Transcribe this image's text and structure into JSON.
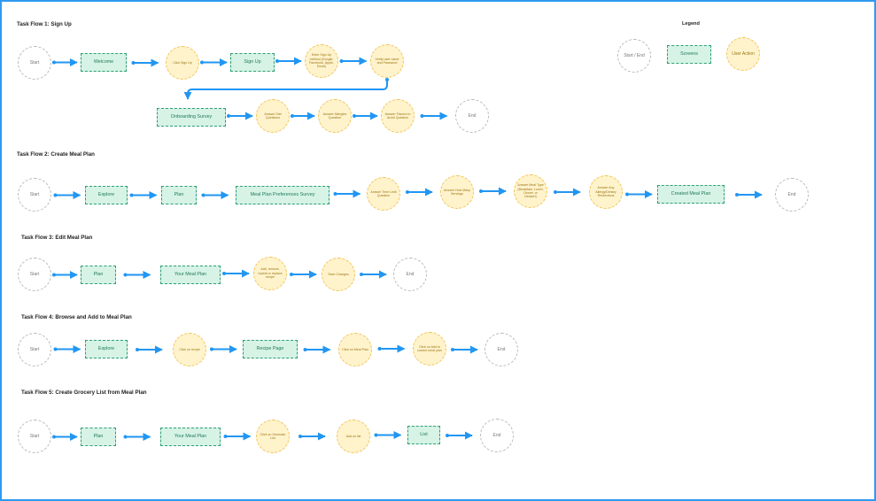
{
  "legend": {
    "title": "Legend",
    "items": {
      "start_end": "Start / End",
      "screens": "Screens",
      "user_action": "User Action"
    }
  },
  "colors": {
    "frame": "#2f9af0",
    "arrow": "#2196f3",
    "screen_fill": "#d6f3e6",
    "screen_border": "#2e9f74",
    "action_fill": "#fff3cc",
    "action_border": "#f2c455",
    "terminal_border": "#b9b9b9"
  },
  "flows": [
    {
      "title": "Task Flow 1: Sign Up",
      "nodes": [
        {
          "type": "terminal",
          "label": "Start"
        },
        {
          "type": "screen",
          "label": "Welcome"
        },
        {
          "type": "action",
          "label": "Click Sign Up"
        },
        {
          "type": "screen",
          "label": "Sign  Up"
        },
        {
          "type": "action",
          "label": "Enter Sign Up method (Google, Facebook, Apple, Email)"
        },
        {
          "type": "action",
          "label": "Verify user name and Password"
        },
        {
          "type": "screen",
          "label": "Onboarding Survey"
        },
        {
          "type": "action",
          "label": "Answer Diet Questions"
        },
        {
          "type": "action",
          "label": "Answer Allergies Question"
        },
        {
          "type": "action",
          "label": "Answer Flavors to Avoid Question"
        },
        {
          "type": "terminal",
          "label": "End"
        }
      ]
    },
    {
      "title": "Task Flow 2: Create Meal Plan",
      "nodes": [
        {
          "type": "terminal",
          "label": "Start"
        },
        {
          "type": "screen",
          "label": "Explore"
        },
        {
          "type": "screen",
          "label": "Plan"
        },
        {
          "type": "screen",
          "label": "Meal Plan Preferences  Survey"
        },
        {
          "type": "action",
          "label": "Answer Time Limit Question"
        },
        {
          "type": "action",
          "label": "Answer How Many Servings"
        },
        {
          "type": "action",
          "label": "Answer Meal Type (Breakfast, Lunch, Dinner, or Dessert)"
        },
        {
          "type": "action",
          "label": "Answer Any Allergy/Dietary Restrictions"
        },
        {
          "type": "screen",
          "label": "Created Meal Plan"
        },
        {
          "type": "terminal",
          "label": "End"
        }
      ]
    },
    {
      "title": "Task Flow 3: Edit Meal Plan",
      "nodes": [
        {
          "type": "terminal",
          "label": "Start"
        },
        {
          "type": "screen",
          "label": "Plan"
        },
        {
          "type": "screen",
          "label": "Your Meal Plan"
        },
        {
          "type": "action",
          "label": "Add, remove, repeat or replace recipe"
        },
        {
          "type": "action",
          "label": "Save Changes"
        },
        {
          "type": "terminal",
          "label": "End"
        }
      ]
    },
    {
      "title": "Task Flow 4: Browse and Add to Meal Plan",
      "nodes": [
        {
          "type": "terminal",
          "label": "Start"
        },
        {
          "type": "screen",
          "label": "Explore"
        },
        {
          "type": "action",
          "label": "Click on recipe"
        },
        {
          "type": "screen",
          "label": "Recipe Page"
        },
        {
          "type": "action",
          "label": "Click on Meal Plan"
        },
        {
          "type": "action",
          "label": "Click on Add to current meal plan"
        },
        {
          "type": "terminal",
          "label": "End"
        }
      ]
    },
    {
      "title": "Task Flow 5: Create Grocery List from Meal Plan",
      "nodes": [
        {
          "type": "terminal",
          "label": "Start"
        },
        {
          "type": "screen",
          "label": "Plan"
        },
        {
          "type": "screen",
          "label": "Your Meal Plan"
        },
        {
          "type": "action",
          "label": "Click on Generate List"
        },
        {
          "type": "action",
          "label": "Add on list"
        },
        {
          "type": "screen",
          "label": "List"
        },
        {
          "type": "terminal",
          "label": "End"
        }
      ]
    }
  ]
}
